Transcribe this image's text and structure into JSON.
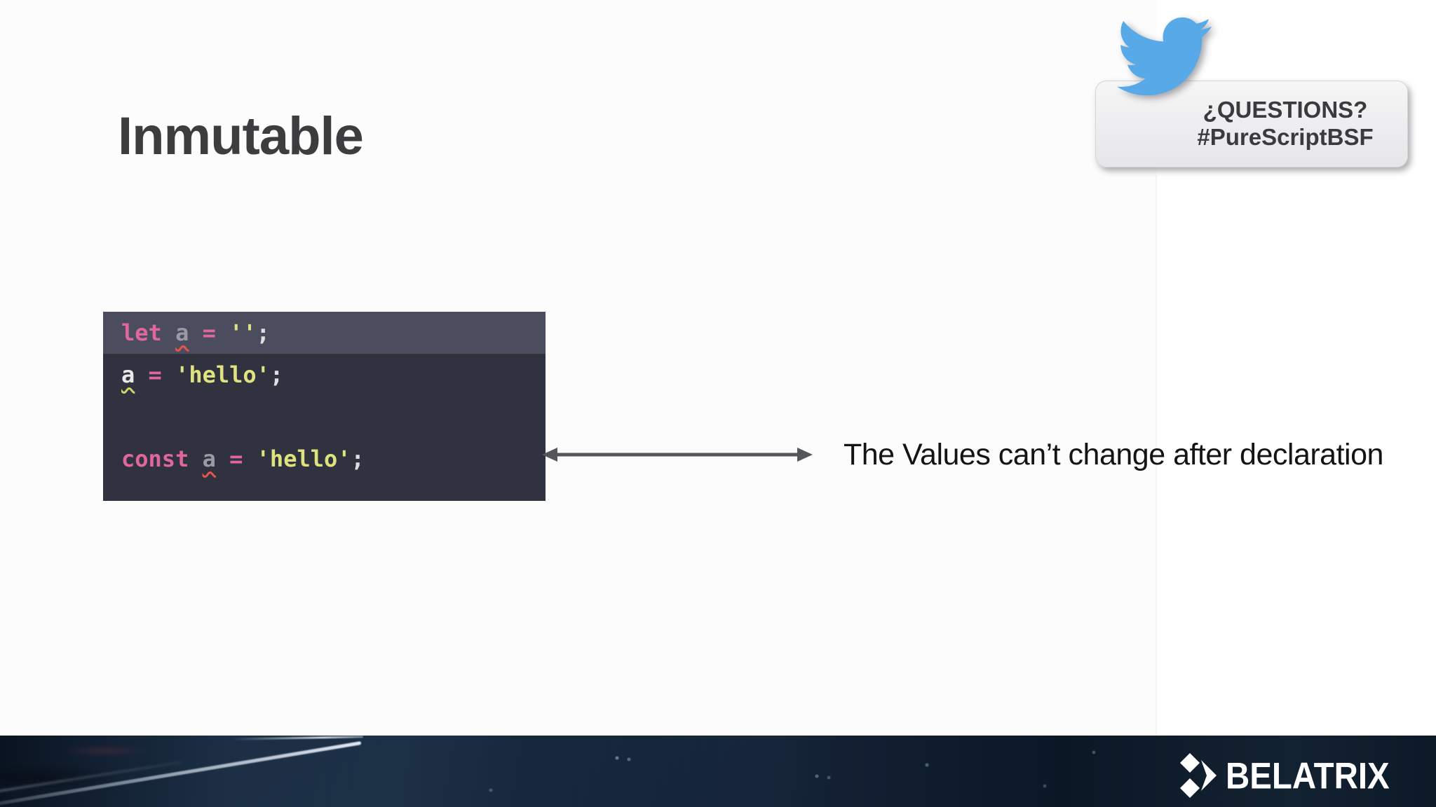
{
  "slide": {
    "title": "Inmutable",
    "background_color": "#FFFFFF",
    "title_color": "#3D3D3F"
  },
  "questions_badge": {
    "line1": "¿QUESTIONS?",
    "line2": "#PureScriptBSF",
    "twitter_icon_color": "#57A9E8",
    "box_color": "#EFEFF1",
    "text_color": "#3B3B3D"
  },
  "code_editor": {
    "background": "#313240",
    "active_line_background": "#4B4D5F",
    "token_colors": {
      "keyword": "#E0679C",
      "variable": "#9A9AA3",
      "variable_light": "#E9E9EC",
      "string": "#DEE37F",
      "plain": "#DFDFE3"
    },
    "lines": [
      {
        "highlighted": true,
        "tokens": [
          {
            "text": "let ",
            "type": "keyword"
          },
          {
            "text": "a",
            "type": "variable",
            "squiggle": "#E8534A"
          },
          {
            "text": " ",
            "type": "plain"
          },
          {
            "text": "= ",
            "type": "keyword"
          },
          {
            "text": "''",
            "type": "string"
          },
          {
            "text": ";",
            "type": "plain"
          }
        ]
      },
      {
        "highlighted": false,
        "tokens": [
          {
            "text": "a",
            "type": "variable_light",
            "squiggle": "#CCD56A"
          },
          {
            "text": " ",
            "type": "plain"
          },
          {
            "text": "= ",
            "type": "keyword"
          },
          {
            "text": "'hello'",
            "type": "string"
          },
          {
            "text": ";",
            "type": "plain"
          }
        ]
      },
      {
        "highlighted": false,
        "tokens": [
          {
            "text": " ",
            "type": "plain"
          }
        ]
      },
      {
        "highlighted": false,
        "tokens": [
          {
            "text": "const ",
            "type": "keyword"
          },
          {
            "text": "a",
            "type": "variable",
            "squiggle": "#E8534A"
          },
          {
            "text": " ",
            "type": "plain"
          },
          {
            "text": "= ",
            "type": "keyword"
          },
          {
            "text": "'hello'",
            "type": "string"
          },
          {
            "text": ";",
            "type": "plain"
          }
        ]
      }
    ]
  },
  "annotation": {
    "text": "The Values can’t change after declaration",
    "arrow_color": "#55565A",
    "text_color": "#141414"
  },
  "footer": {
    "brand_name": "BELATRIX",
    "background_color": "#0E1A28",
    "logo_color": "#FFFFFF"
  }
}
